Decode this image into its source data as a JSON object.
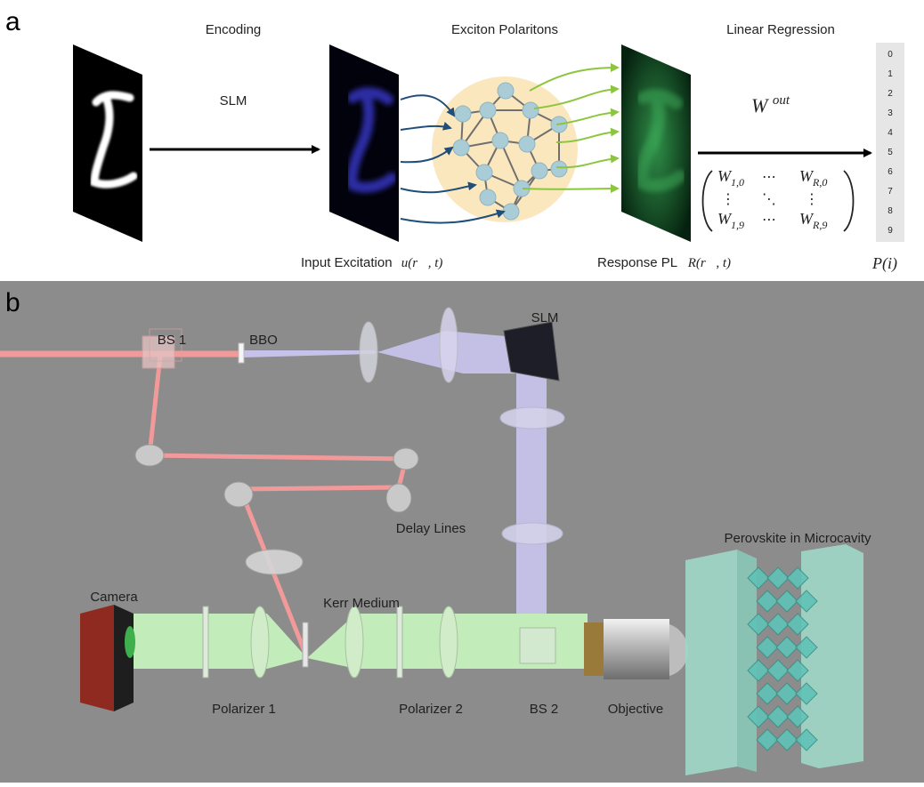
{
  "panel_a": {
    "letter": "a",
    "headings": {
      "encoding": "Encoding",
      "exciton": "Exciton Polaritons",
      "regression": "Linear Regression"
    },
    "slm_label": "SLM",
    "input_label": "Input Excitation",
    "input_math": "u(r⃗, t)",
    "response_label": "Response PL",
    "response_math": "R(r⃗, t)",
    "w_out": "W",
    "w_out_sup": "out",
    "prob_label": "P(i)",
    "matrix": {
      "w10": "W",
      "w10_sub": "1,0",
      "wr0": "W",
      "wr0_sub": "R,0",
      "w19": "W",
      "w19_sub": "1,9",
      "wr9": "W",
      "wr9_sub": "R,9",
      "hdots": "⋯",
      "vdots": "⋮",
      "ddots": "⋱"
    },
    "output_digits": [
      "0",
      "1",
      "2",
      "3",
      "4",
      "5",
      "6",
      "7",
      "8",
      "9"
    ]
  },
  "panel_b": {
    "letter": "b",
    "labels": {
      "bs1": "BS 1",
      "bbo": "BBO",
      "slm": "SLM",
      "delay": "Delay Lines",
      "camera": "Camera",
      "kerr": "Kerr Medium",
      "perovskite": "Perovskite in Microcavity",
      "pol1": "Polarizer 1",
      "pol2": "Polarizer 2",
      "bs2": "BS 2",
      "objective": "Objective"
    },
    "colors": {
      "background": "#8c8c8c",
      "red_beam": "#f29a9a",
      "violet_beam": "#c7c2ea",
      "green_beam": "#c3ecbb",
      "crystal": "#5fc3b7"
    }
  }
}
